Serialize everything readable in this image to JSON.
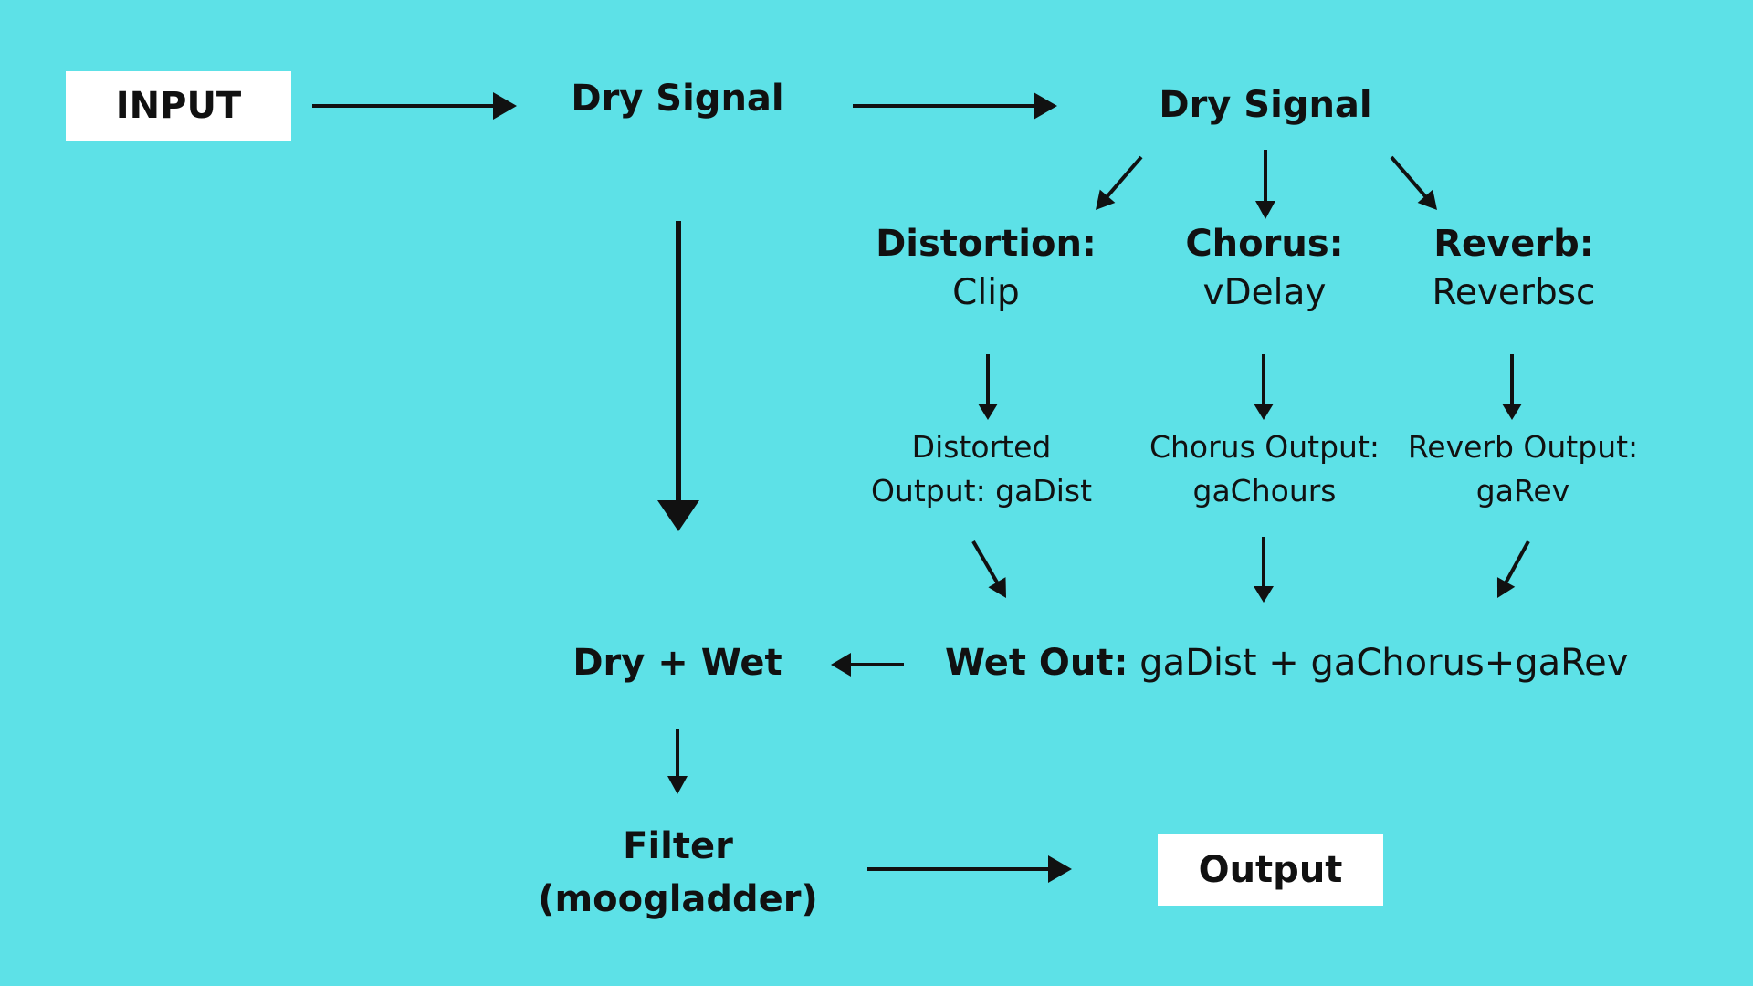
{
  "colors": {
    "background": "#5de1e7",
    "box": "#ffffff",
    "text": "#111111",
    "arrow": "#111111"
  },
  "nodes": {
    "input": "INPUT",
    "dry_signal_1": "Dry Signal",
    "dry_signal_2": "Dry Signal",
    "distortion": {
      "label": "Distortion:",
      "method": "Clip"
    },
    "chorus": {
      "label": "Chorus:",
      "method": "vDelay"
    },
    "reverb": {
      "label": "Reverb:",
      "method": "Reverbsc"
    },
    "distorted_output": {
      "line1": "Distorted",
      "line2": "Output: gaDist"
    },
    "chorus_output": {
      "line1": "Chorus Output:",
      "line2": "gaChours"
    },
    "reverb_output": {
      "line1": "Reverb Output:",
      "line2": "gaRev"
    },
    "wet_out": {
      "label": "Wet Out:",
      "formula": " gaDist + gaChorus+gaRev"
    },
    "dry_wet": "Dry + Wet",
    "filter": {
      "line1": "Filter",
      "line2": "(moogladder)"
    },
    "output": "Output"
  }
}
